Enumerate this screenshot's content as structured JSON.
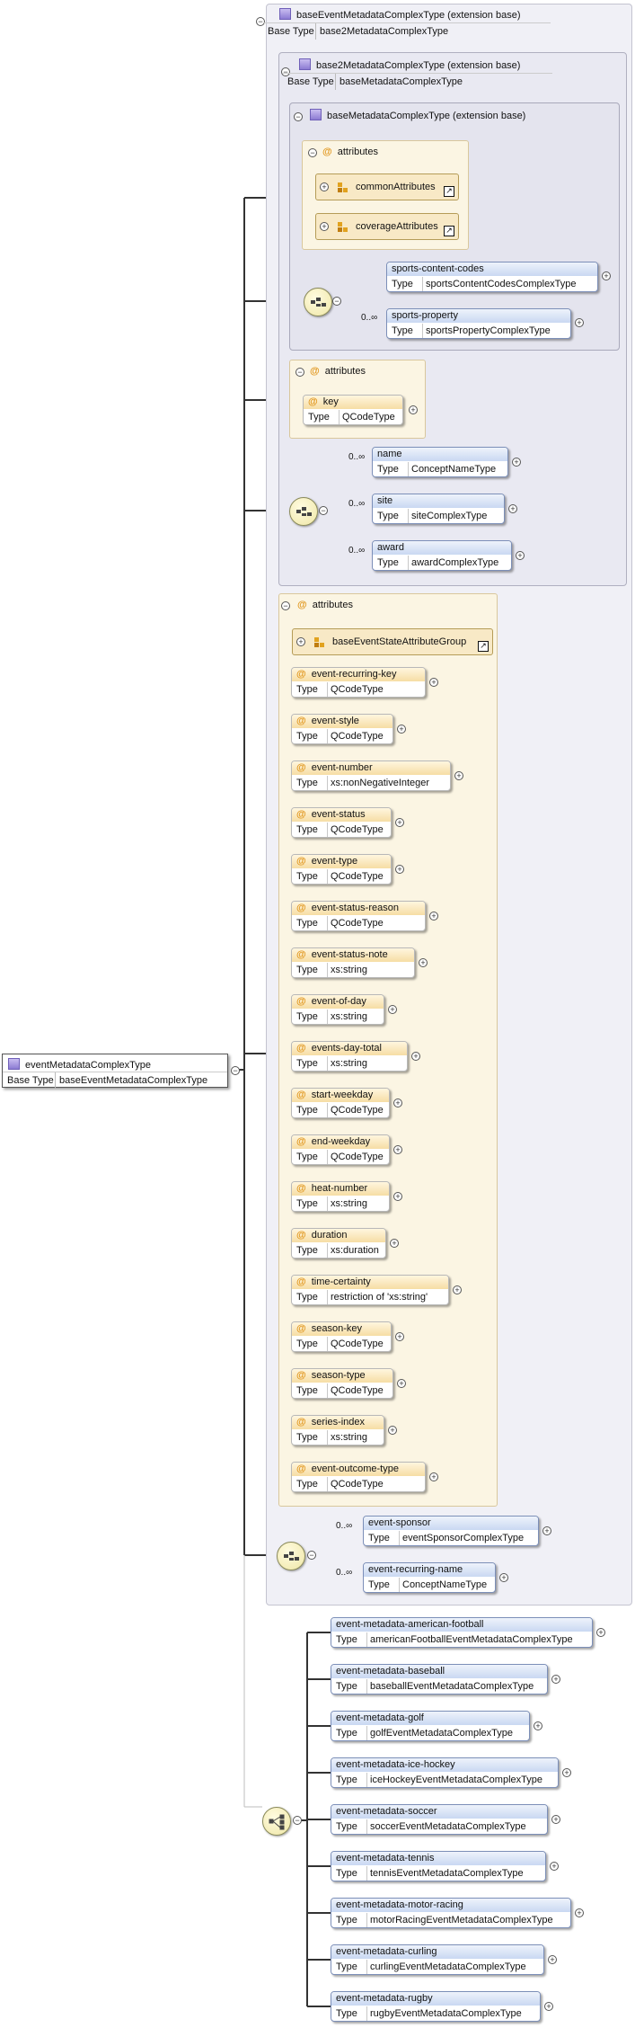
{
  "root": {
    "name": "eventMetadataComplexType",
    "base_type_label": "Base Type",
    "base_type": "baseEventMetadataComplexType"
  },
  "ext1": {
    "title": "baseEventMetadataComplexType (extension base)",
    "base_type_label": "Base Type",
    "base_type": "base2MetadataComplexType"
  },
  "ext2": {
    "title": "base2MetadataComplexType (extension base)",
    "base_type_label": "Base Type",
    "base_type": "baseMetadataComplexType"
  },
  "ext3": {
    "title": "baseMetadataComplexType (extension base)",
    "attributes_label": "attributes",
    "groups": [
      "commonAttributes",
      "coverageAttributes"
    ],
    "elements": [
      {
        "name": "sports-content-codes",
        "type": "sportsContentCodesComplexType",
        "mult": ""
      },
      {
        "name": "sports-property",
        "type": "sportsPropertyComplexType",
        "mult": "0..∞"
      }
    ]
  },
  "type_label": "Type",
  "ext2_attrs": {
    "label": "attributes",
    "items": [
      {
        "name": "key",
        "type": "QCodeType"
      }
    ]
  },
  "ext2_elements": [
    {
      "name": "name",
      "type": "ConceptNameType",
      "mult": "0..∞"
    },
    {
      "name": "site",
      "type": "siteComplexType",
      "mult": "0..∞"
    },
    {
      "name": "award",
      "type": "awardComplexType",
      "mult": "0..∞"
    }
  ],
  "ext1_attrs": {
    "label": "attributes",
    "group": "baseEventStateAttributeGroup",
    "items": [
      {
        "name": "event-recurring-key",
        "type": "QCodeType"
      },
      {
        "name": "event-style",
        "type": "QCodeType"
      },
      {
        "name": "event-number",
        "type": "xs:nonNegativeInteger"
      },
      {
        "name": "event-status",
        "type": "QCodeType"
      },
      {
        "name": "event-type",
        "type": "QCodeType"
      },
      {
        "name": "event-status-reason",
        "type": "QCodeType"
      },
      {
        "name": "event-status-note",
        "type": "xs:string"
      },
      {
        "name": "event-of-day",
        "type": "xs:string"
      },
      {
        "name": "events-day-total",
        "type": "xs:string"
      },
      {
        "name": "start-weekday",
        "type": "QCodeType"
      },
      {
        "name": "end-weekday",
        "type": "QCodeType"
      },
      {
        "name": "heat-number",
        "type": "xs:string"
      },
      {
        "name": "duration",
        "type": "xs:duration"
      },
      {
        "name": "time-certainty",
        "type": "restriction of 'xs:string'"
      },
      {
        "name": "season-key",
        "type": "QCodeType"
      },
      {
        "name": "season-type",
        "type": "QCodeType"
      },
      {
        "name": "series-index",
        "type": "xs:string"
      },
      {
        "name": "event-outcome-type",
        "type": "QCodeType"
      }
    ]
  },
  "ext1_elements": [
    {
      "name": "event-sponsor",
      "type": "eventSponsorComplexType",
      "mult": "0..∞"
    },
    {
      "name": "event-recurring-name",
      "type": "ConceptNameType",
      "mult": "0..∞"
    }
  ],
  "choice_elements": [
    {
      "name": "event-metadata-american-football",
      "type": "americanFootballEventMetadataComplexType"
    },
    {
      "name": "event-metadata-baseball",
      "type": "baseballEventMetadataComplexType"
    },
    {
      "name": "event-metadata-golf",
      "type": "golfEventMetadataComplexType"
    },
    {
      "name": "event-metadata-ice-hockey",
      "type": "iceHockeyEventMetadataComplexType"
    },
    {
      "name": "event-metadata-soccer",
      "type": "soccerEventMetadataComplexType"
    },
    {
      "name": "event-metadata-tennis",
      "type": "tennisEventMetadataComplexType"
    },
    {
      "name": "event-metadata-motor-racing",
      "type": "motorRacingEventMetadataComplexType"
    },
    {
      "name": "event-metadata-curling",
      "type": "curlingEventMetadataComplexType"
    },
    {
      "name": "event-metadata-rugby",
      "type": "rugbyEventMetadataComplexType"
    }
  ],
  "icons": {
    "collapse": "minus-circle-icon",
    "expand": "plus-circle-icon",
    "sequence": "sequence-compositor-icon",
    "choice": "choice-compositor-icon",
    "complex_type": "complex-type-icon",
    "attribute": "at-sign-icon",
    "attribute_group": "attribute-group-icon",
    "link": "external-link-icon"
  }
}
